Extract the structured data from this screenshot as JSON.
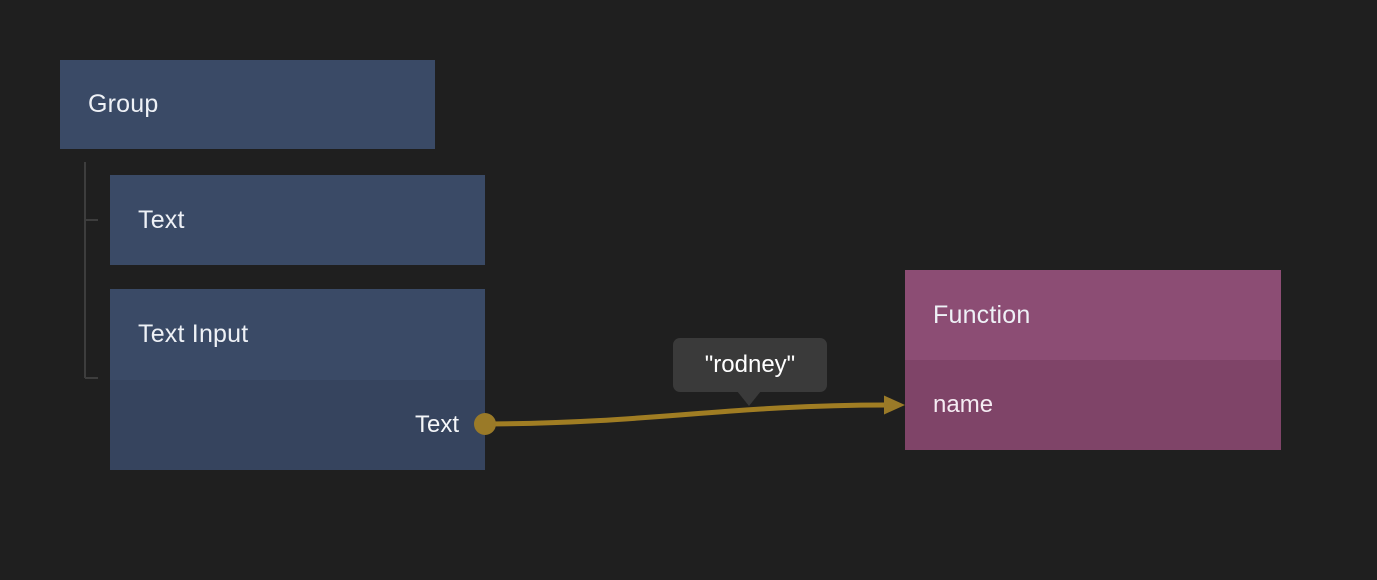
{
  "editor": {
    "background_color": "#1f1f1f",
    "tree_line_color": "#3d3d3d"
  },
  "colors": {
    "node_blue_header": "#3a4a66",
    "node_blue_body": "#36445e",
    "node_purple_header": "#8c4d74",
    "node_purple_body": "#7f4468",
    "wire_gold": "#a07d23",
    "port_gold": "#9a7a28",
    "tooltip_background": "#3a3a3a",
    "node_text": "#eef1f6"
  },
  "nodes": {
    "group": {
      "title": "Group"
    },
    "text": {
      "title": "Text"
    },
    "text_input": {
      "title": "Text Input",
      "output_port": {
        "label": "Text"
      }
    },
    "function": {
      "title": "Function",
      "input_port": {
        "label": "name"
      }
    }
  },
  "connection": {
    "from_port": "Text",
    "to_port": "name",
    "tooltip_value": "\"rodney\""
  }
}
